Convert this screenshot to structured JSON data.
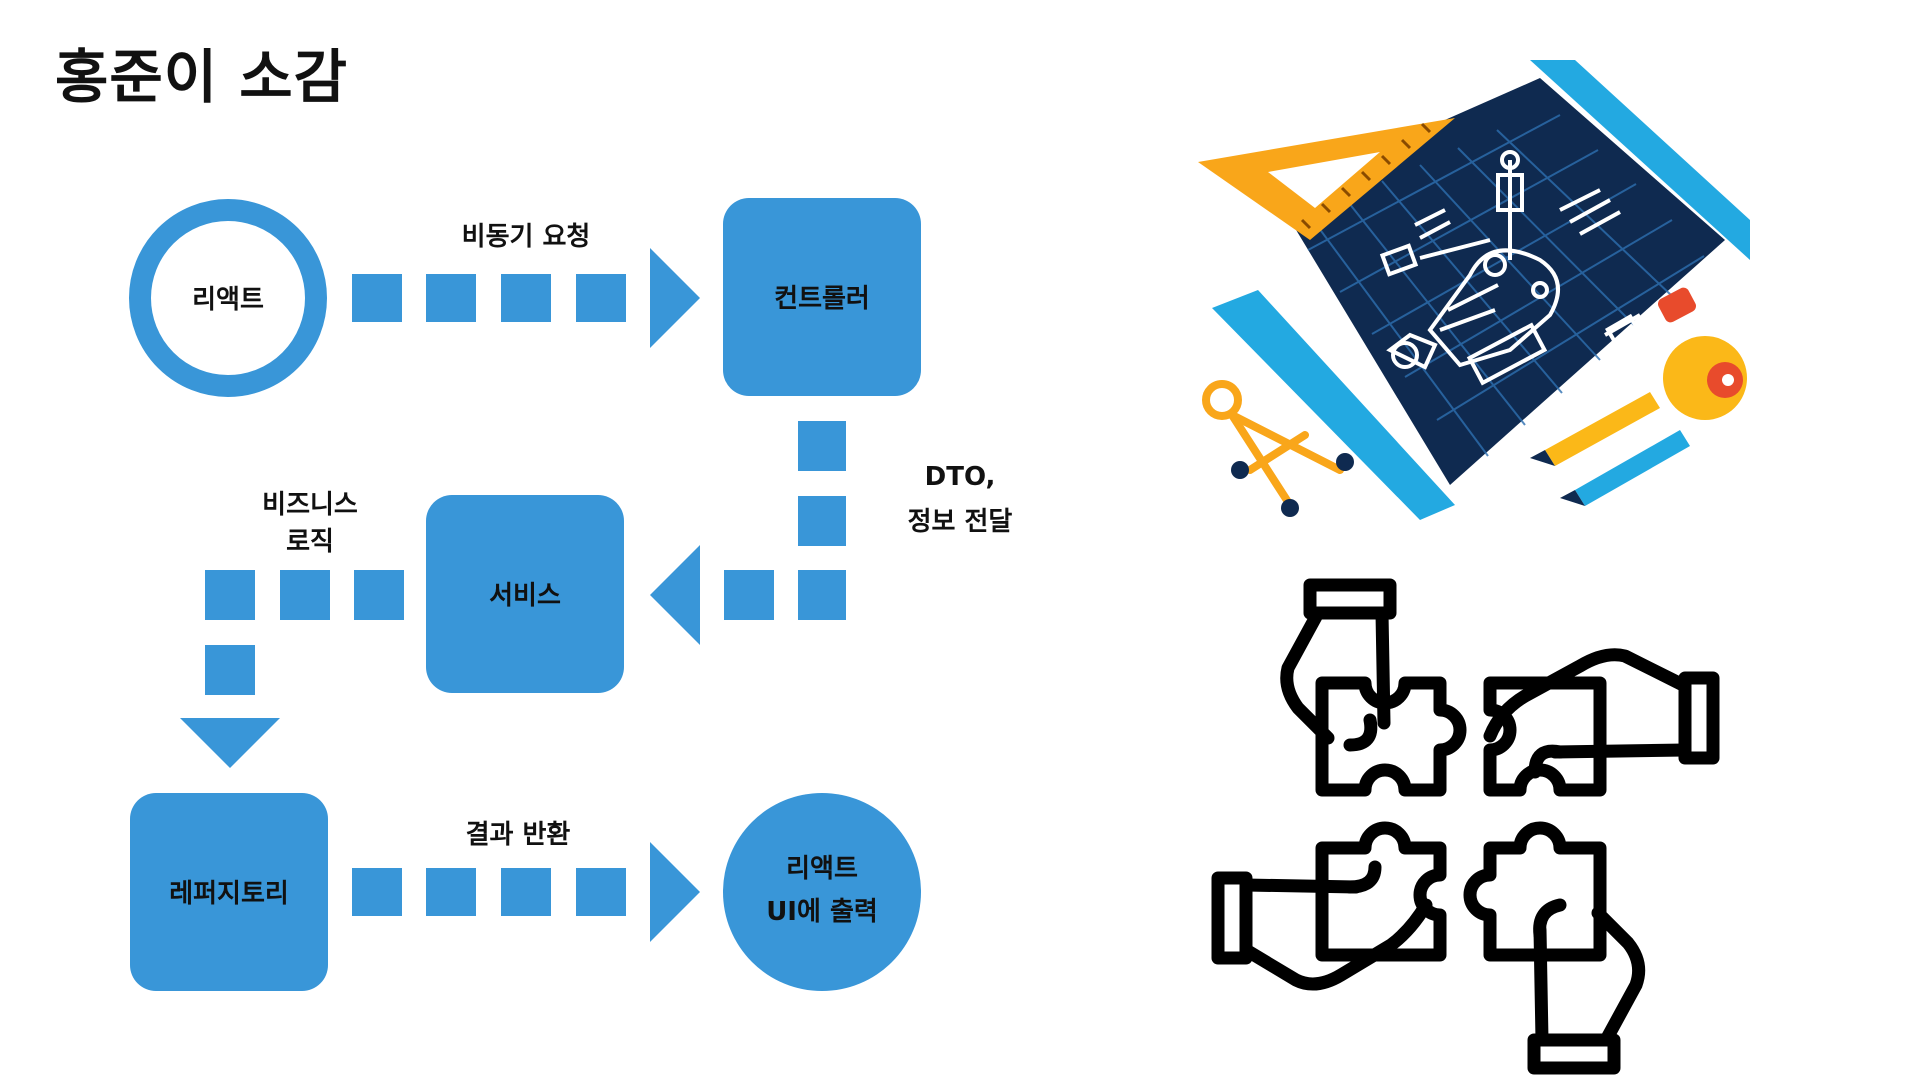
{
  "title": "홍준이 소감",
  "colors": {
    "accent": "#3996d8",
    "navy": "#0f2a50",
    "orange": "#f9a61a",
    "yellow": "#fbb818",
    "light_blue": "#23a9e1",
    "black": "#111111"
  },
  "nodes": {
    "react_start": "리액트",
    "controller": "컨트롤러",
    "service": "서비스",
    "repository": "레퍼지토리",
    "react_end_line1": "리액트",
    "react_end_line2": "UI에 출력"
  },
  "edges": {
    "async_request": "비동기 요청",
    "dto_line1": "DTO,",
    "dto_line2": "정보 전달",
    "business_line1": "비즈니스",
    "business_line2": "로직",
    "return_result": "결과 반환"
  },
  "illustrations": {
    "top_right": "blueprint-illustration",
    "bottom_right": "puzzle-hands-illustration"
  }
}
